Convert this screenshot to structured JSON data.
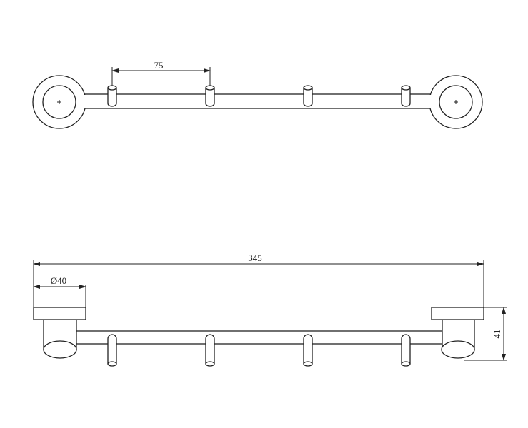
{
  "drawing": {
    "top_view": {
      "hook_spacing_label": "75",
      "hook_count": 4
    },
    "front_view": {
      "overall_length_label": "345",
      "diameter_label": "Ø40",
      "height_label": "41"
    },
    "line_color": "#222222"
  }
}
